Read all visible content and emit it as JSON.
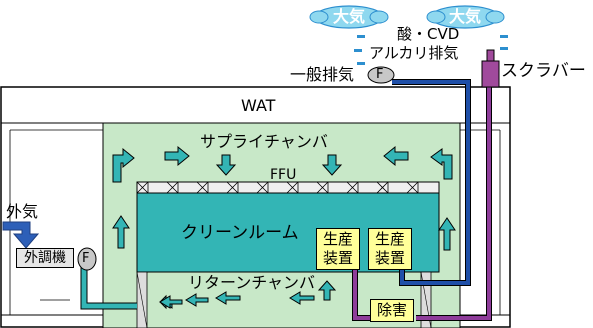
{
  "labels": {
    "atmosphere_left": "大気",
    "atmosphere_right": "大気",
    "acid_cvd": "酸・CVD",
    "alkali_exhaust": "アルカリ排気",
    "general_exhaust": "一般排気",
    "scrubber": "スクラバー",
    "wat": "WAT",
    "supply_chamber": "サプライチャンバ",
    "ffu": "FFU",
    "outside_air": "外気",
    "outside_air_conditioner": "外調機",
    "fan_symbol": "F",
    "clean_room": "クリーンルーム",
    "production_equipment_1": "生産\n装置",
    "production_equipment_2": "生産\n装置",
    "return_chamber": "リターンチャンバ",
    "abatement": "除害"
  },
  "colors": {
    "duct_blue": "#1f4fa8",
    "duct_purple": "#8e3c9a",
    "cleanroom_fill": "#33b5b5",
    "chamber_fill": "#c8e8c8",
    "outer_fill": "#ffffff",
    "label_fill": "#ffff99",
    "arrow_fill": "#33b5b5",
    "cloud_fill": "#8fd8ef",
    "scrubber_fill": "#a04a9c"
  }
}
